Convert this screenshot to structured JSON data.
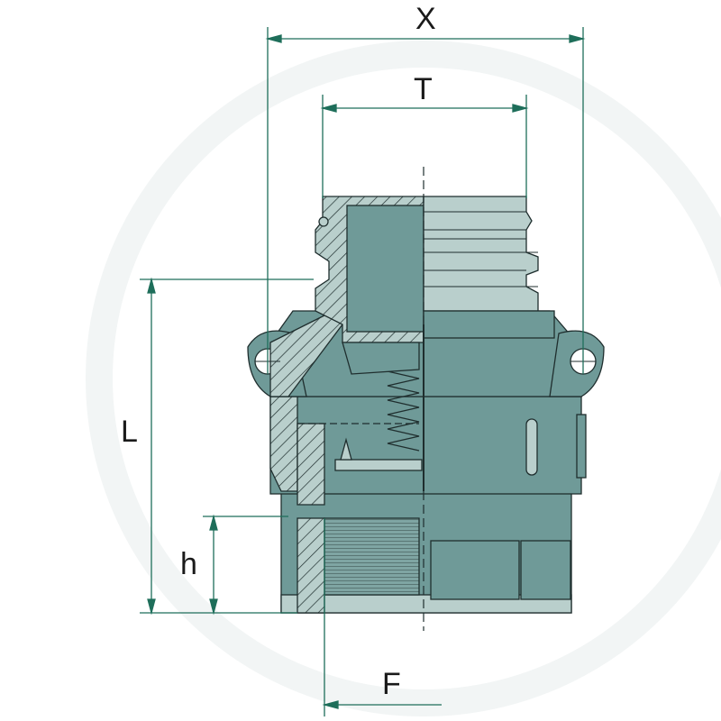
{
  "dimensions": {
    "x_label": "X",
    "t_label": "T",
    "l_label": "L",
    "h_label": "h",
    "f_label": "F"
  },
  "colors": {
    "body": "#6f9a98",
    "light": "#b9cfcc",
    "outline": "#1f2e2e",
    "dimension": "#1e6e5a"
  }
}
